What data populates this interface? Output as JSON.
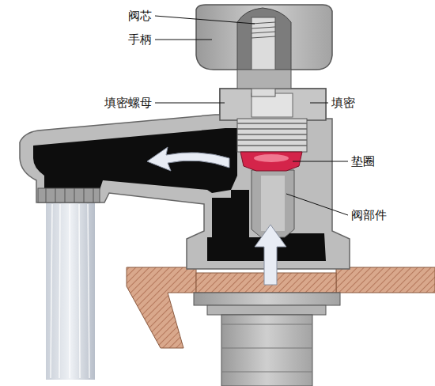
{
  "diagram": {
    "labels": [
      "阀芯",
      "手柄",
      "填密螺母",
      "填密",
      "垫圈",
      "阀部件"
    ]
  }
}
